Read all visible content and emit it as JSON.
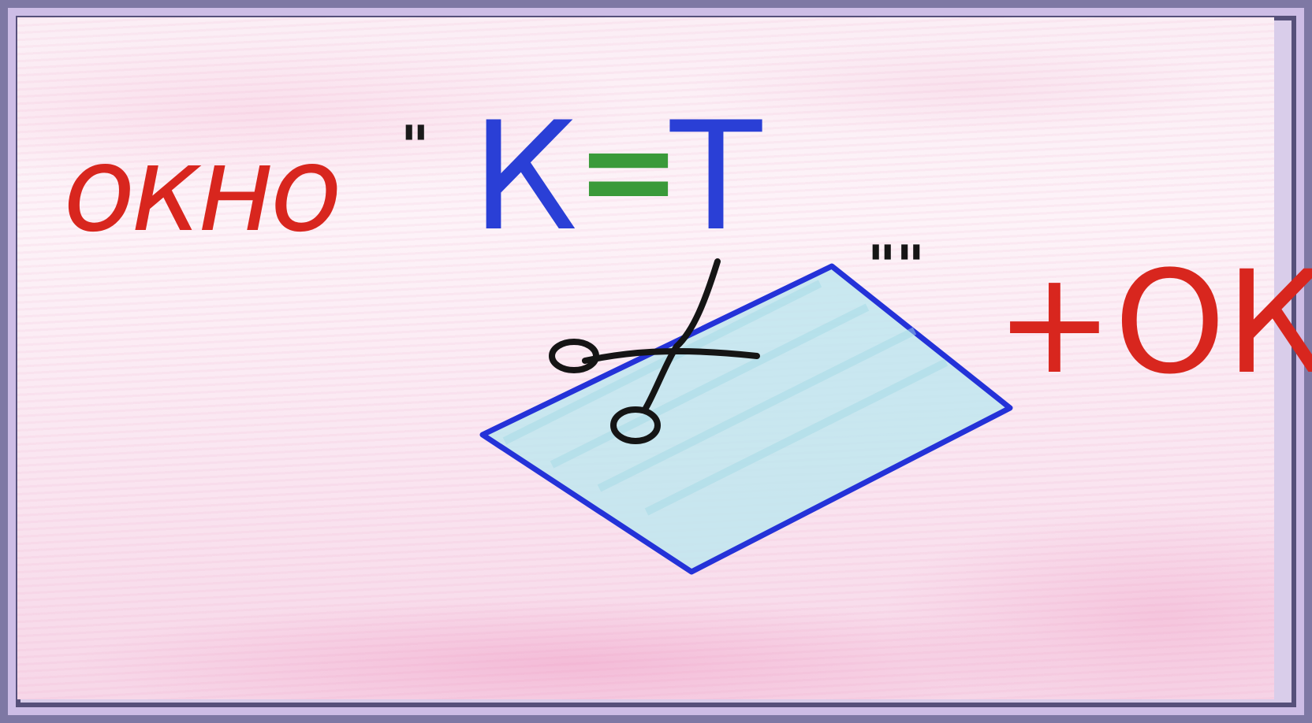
{
  "drawing": {
    "word": "окно",
    "word_quote": "\"",
    "formula_left": "К",
    "formula_equals": "=",
    "formula_right": "Т",
    "quote_mark": "\"\"",
    "suffix": "+ОК"
  },
  "colors": {
    "word": "#d8261e",
    "formula_letters": "#2a3fd6",
    "equals": "#3a9a3a",
    "scissors": "#151515",
    "paper_outline": "#2432d8",
    "paper_fill": "#bfe6ef",
    "suffix": "#d8261e",
    "frame": "#7e78a4"
  },
  "icons": [
    "scissors-icon",
    "paper-sheet-icon"
  ]
}
